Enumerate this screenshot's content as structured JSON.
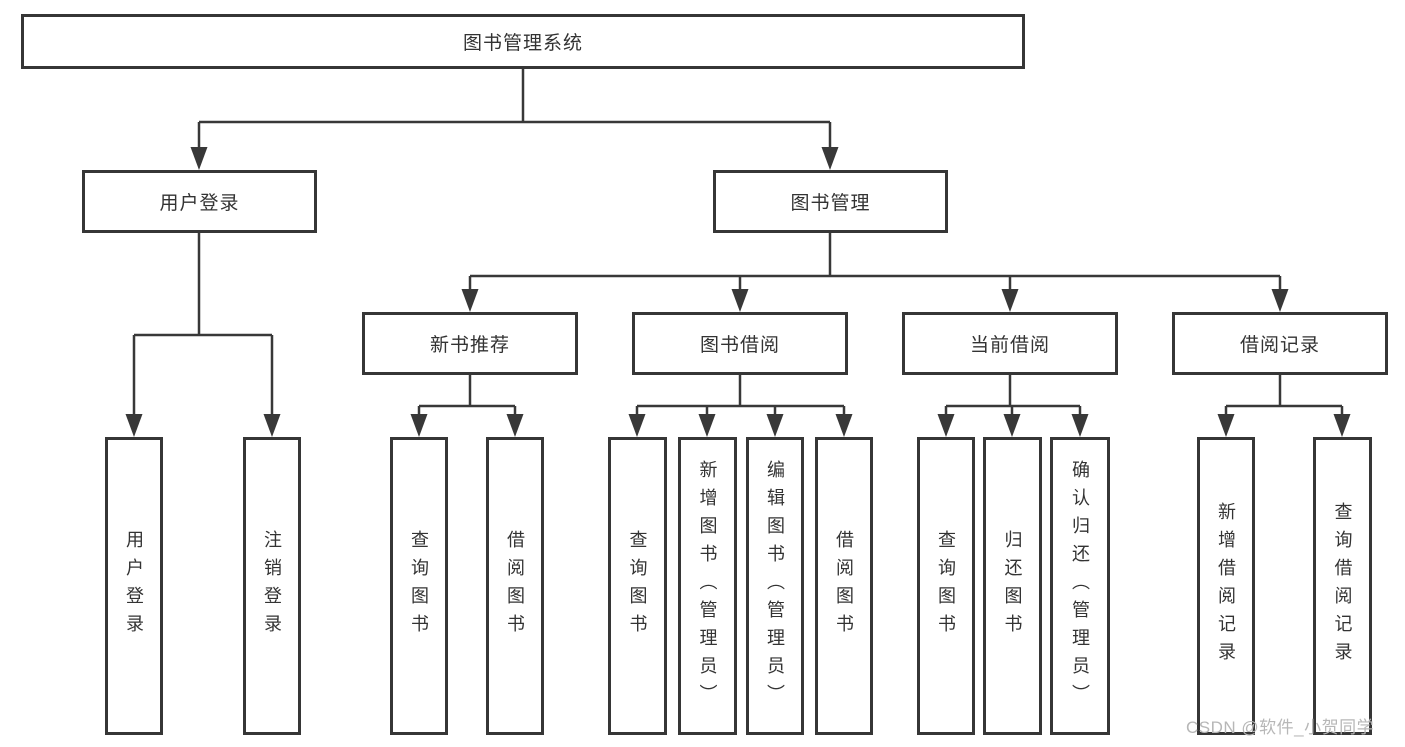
{
  "diagram": {
    "type": "hierarchy-tree",
    "root": {
      "label": "图书管理系统"
    },
    "level1": [
      {
        "label": "用户登录",
        "children": [
          {
            "label": "用户登录"
          },
          {
            "label": "注销登录"
          }
        ]
      },
      {
        "label": "图书管理",
        "children": [
          {
            "label": "新书推荐",
            "children": [
              {
                "label": "查询图书"
              },
              {
                "label": "借阅图书"
              }
            ]
          },
          {
            "label": "图书借阅",
            "children": [
              {
                "label": "查询图书"
              },
              {
                "label": "新增图书（管理员）"
              },
              {
                "label": "编辑图书（管理员）"
              },
              {
                "label": "借阅图书"
              }
            ]
          },
          {
            "label": "当前借阅",
            "children": [
              {
                "label": "查询图书"
              },
              {
                "label": "归还图书"
              },
              {
                "label": "确认归还（管理员）"
              }
            ]
          },
          {
            "label": "借阅记录",
            "children": [
              {
                "label": "新增借阅记录"
              },
              {
                "label": "查询借阅记录"
              }
            ]
          }
        ]
      }
    ]
  },
  "watermark": {
    "text": "CSDN @软件_小贺同学"
  },
  "colors": {
    "background": "#ffffff",
    "box_border": "#363636",
    "box_fill": "#ffffff",
    "line": "#383838",
    "text": "#333333",
    "watermark": "#b7b7b7"
  }
}
